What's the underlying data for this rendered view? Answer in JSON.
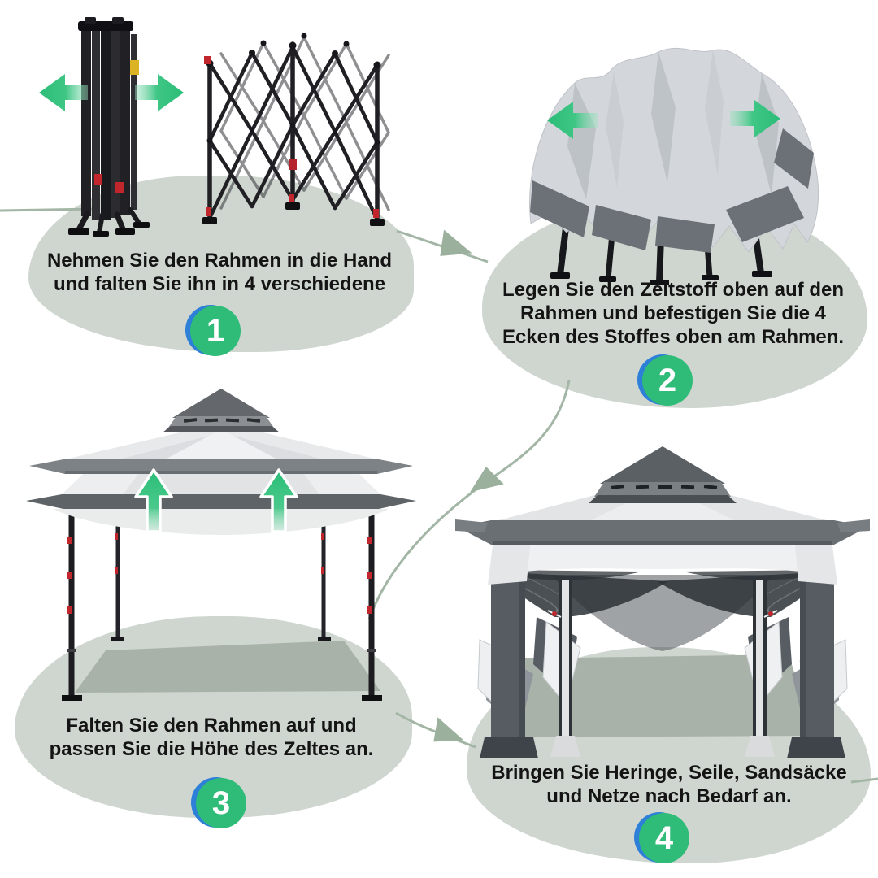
{
  "steps": [
    {
      "number": "1",
      "lines": [
        "Nehmen Sie den Rahmen in die Hand",
        "und falten Sie ihn in 4 verschiedene"
      ],
      "illustration": "folded-frame-pulled-open"
    },
    {
      "number": "2",
      "lines": [
        "Legen Sie den Zeltstoff oben auf den",
        "Rahmen und befestigen Sie die 4",
        "Ecken des Stoffes oben am Rahmen."
      ],
      "illustration": "fabric-draped-frame-pulled-open"
    },
    {
      "number": "3",
      "lines": [
        "Falten Sie den Rahmen auf und",
        "passen Sie die Höhe des Zeltes an."
      ],
      "illustration": "canopy-opened-height-adjusted"
    },
    {
      "number": "4",
      "lines": [
        "Bringen Sie Heringe, Seile, Sandsäcke",
        "und Netze nach Bedarf an."
      ],
      "illustration": "finished-gazebo-with-mesh-nets"
    }
  ],
  "icons": {
    "expand_left_arrow": "green-arrow-pointing-left",
    "expand_right_arrow": "green-arrow-pointing-right",
    "raise_up_arrow": "green-arrow-pointing-up-white-outline",
    "flow_arrow": "sage-curved-connector-arrow"
  },
  "colors": {
    "background": "#ffffff",
    "blob": "#cfd6cf",
    "ground_shadow": "#a9b2a9",
    "badge_green": "#2fbc78",
    "badge_blue_ring": "#2e7fd8",
    "badge_number": "#ffffff",
    "connector": "#a3b6a5",
    "arrow_green": "#2fbf79",
    "frame_black": "#1f1f24",
    "fabric_light_gray": "#d3d6da",
    "fabric_dark_band": "#6b7177",
    "canopy_light": "#e7e9ea",
    "canopy_dark": "#5e6367",
    "accent_red": "#c0262c",
    "accent_yellow": "#dcb322",
    "text": "#141414"
  }
}
